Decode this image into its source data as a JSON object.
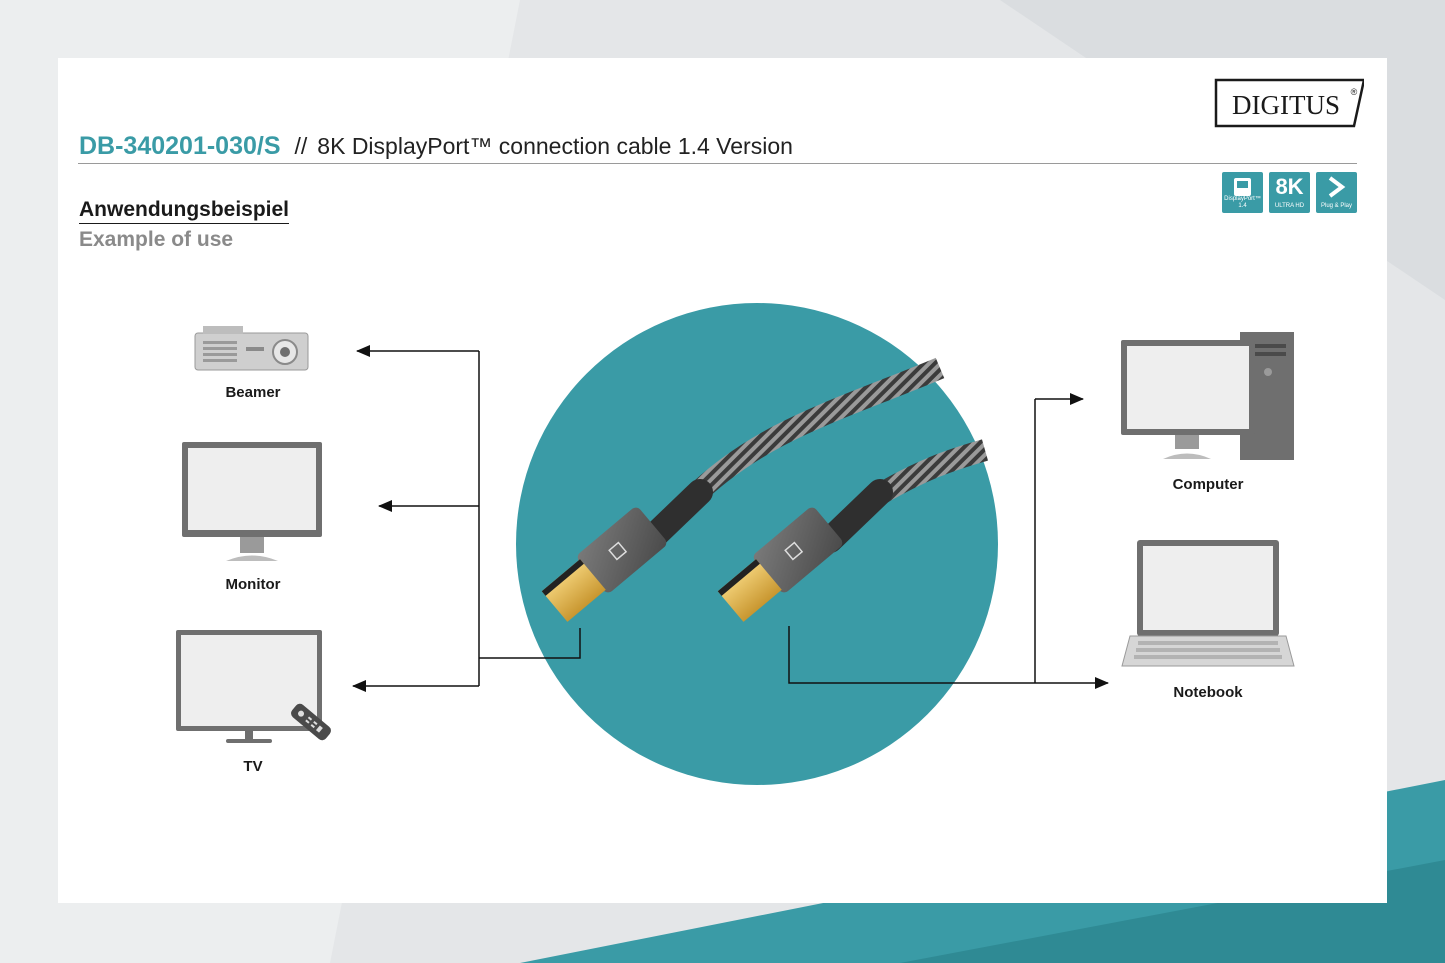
{
  "header": {
    "product_code": "DB-340201-030/S",
    "separator": "//",
    "product_title": "8K DisplayPort™ connection cable 1.4 Version"
  },
  "brand": {
    "logo_text": "DIGITUS",
    "registered_mark": "®"
  },
  "section": {
    "title_de": "Anwendungsbeispiel",
    "title_en": "Example of use"
  },
  "badges": [
    {
      "icon": "displayport-icon",
      "caption": "DisplayPort™ 1.4"
    },
    {
      "icon": "8k-icon",
      "main": "8K",
      "caption": "ULTRA HD"
    },
    {
      "icon": "plug-and-play-icon",
      "caption": "Plug & Play"
    }
  ],
  "devices": {
    "left": [
      "Beamer",
      "Monitor",
      "TV"
    ],
    "right": [
      "Computer",
      "Notebook"
    ]
  },
  "colors": {
    "accent": "#3a9ba6",
    "device_gray": "#6f6f6f",
    "screen_fill": "#eeeeee",
    "background": "#e4e6e8"
  }
}
